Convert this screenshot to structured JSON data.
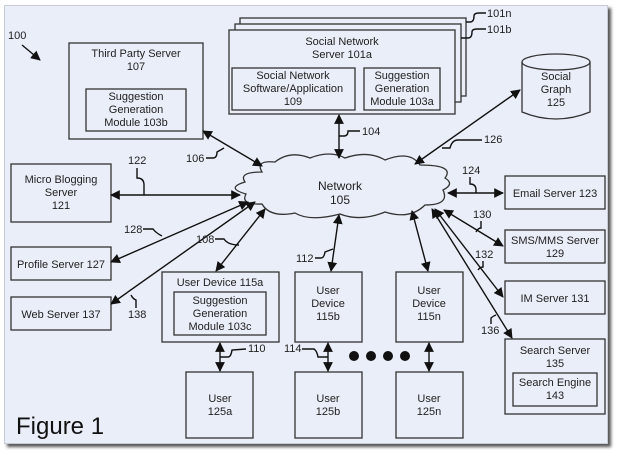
{
  "diagram": {
    "figure_ref": "100",
    "figure_label": "Figure 1",
    "network": {
      "line1": "Network",
      "line2": "105"
    },
    "third_party_server": {
      "line1": "Third Party Server",
      "line2": "107"
    },
    "sgm_103b": {
      "line1": "Suggestion",
      "line2": "Generation",
      "line3": "Module 103b"
    },
    "social_network_server": {
      "line1": "Social Network",
      "line2": "Server 101a"
    },
    "sn_software": {
      "line1": "Social Network",
      "line2": "Software/Application",
      "line3": "109"
    },
    "sgm_103a": {
      "line1": "Suggestion",
      "line2": "Generation",
      "line3": "Module 103a"
    },
    "ref_101n": "101n",
    "ref_101b": "101b",
    "social_graph": {
      "line1": "Social",
      "line2": "Graph",
      "line3": "125"
    },
    "micro_blogging": {
      "line1": "Micro Blogging",
      "line2": "Server",
      "line3": "121"
    },
    "profile_server": "Profile Server 127",
    "web_server": "Web Server 137",
    "email_server": "Email Server 123",
    "sms_server": {
      "line1": "SMS/MMS Server",
      "line2": "129"
    },
    "im_server": "IM Server 131",
    "search_server": {
      "line1": "Search Server",
      "line2": "135"
    },
    "search_engine": {
      "line1": "Search Engine",
      "line2": "143"
    },
    "user_device_a": "User Device 115a",
    "sgm_103c": {
      "line1": "Suggestion",
      "line2": "Generation",
      "line3": "Module 103c"
    },
    "user_device_b": {
      "line1": "User",
      "line2": "Device",
      "line3": "115b"
    },
    "user_device_n": {
      "line1": "User",
      "line2": "Device",
      "line3": "115n"
    },
    "user_a": {
      "line1": "User",
      "line2": "125a"
    },
    "user_b": {
      "line1": "User",
      "line2": "125b"
    },
    "user_n": {
      "line1": "User",
      "line2": "125n"
    },
    "refs": {
      "r104": "104",
      "r106": "106",
      "r108": "108",
      "r110": "110",
      "r112": "112",
      "r114": "114",
      "r122": "122",
      "r124": "124",
      "r126": "126",
      "r128": "128",
      "r130": "130",
      "r132": "132",
      "r136": "136",
      "r138": "138"
    }
  }
}
